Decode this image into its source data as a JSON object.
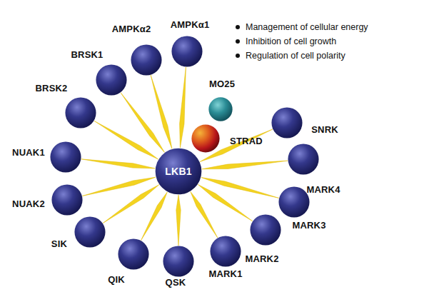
{
  "diagram": {
    "nodes": [
      {
        "text": [
          "LKB1"
        ]
      },
      {
        "text": [
          "STRAD"
        ]
      },
      {
        "text": [
          "MO25"
        ]
      },
      {
        "text": [
          "AMPKα1"
        ]
      },
      {
        "text": [
          "AMPKα2"
        ]
      },
      {
        "text": [
          "BRSK1"
        ]
      },
      {
        "text": [
          "BRSK2"
        ]
      },
      {
        "text": [
          "NUAK1"
        ]
      },
      {
        "text": [
          "NUAK2"
        ]
      },
      {
        "text": [
          "SIK"
        ]
      },
      {
        "text": [
          "QIK"
        ]
      },
      {
        "text": [
          "QSK"
        ]
      },
      {
        "text": [
          "MARK1"
        ]
      },
      {
        "text": [
          "MARK2"
        ]
      },
      {
        "text": [
          "MARK3"
        ]
      },
      {
        "text": [
          "MARK4"
        ]
      },
      {
        "text": [
          "SNRK"
        ]
      }
    ],
    "edges": [
      {
        "from": 0,
        "to": 3,
        "arrow": "none"
      },
      {
        "from": 0,
        "to": 4,
        "arrow": "none"
      },
      {
        "from": 0,
        "to": 5,
        "arrow": "none"
      },
      {
        "from": 0,
        "to": 6,
        "arrow": "none"
      },
      {
        "from": 0,
        "to": 7,
        "arrow": "none"
      },
      {
        "from": 0,
        "to": 8,
        "arrow": "none"
      },
      {
        "from": 0,
        "to": 9,
        "arrow": "none"
      },
      {
        "from": 0,
        "to": 10,
        "arrow": "none"
      },
      {
        "from": 0,
        "to": 11,
        "arrow": "none"
      },
      {
        "from": 0,
        "to": 12,
        "arrow": "none"
      },
      {
        "from": 0,
        "to": 13,
        "arrow": "none"
      },
      {
        "from": 0,
        "to": 14,
        "arrow": "none"
      },
      {
        "from": 0,
        "to": 15,
        "arrow": "none"
      },
      {
        "from": 0,
        "to": 16,
        "arrow": "none"
      }
    ],
    "labels": [
      "Management of cellular energy",
      "Inhibition of cell growth",
      "Regulation of cell polarity"
    ]
  }
}
